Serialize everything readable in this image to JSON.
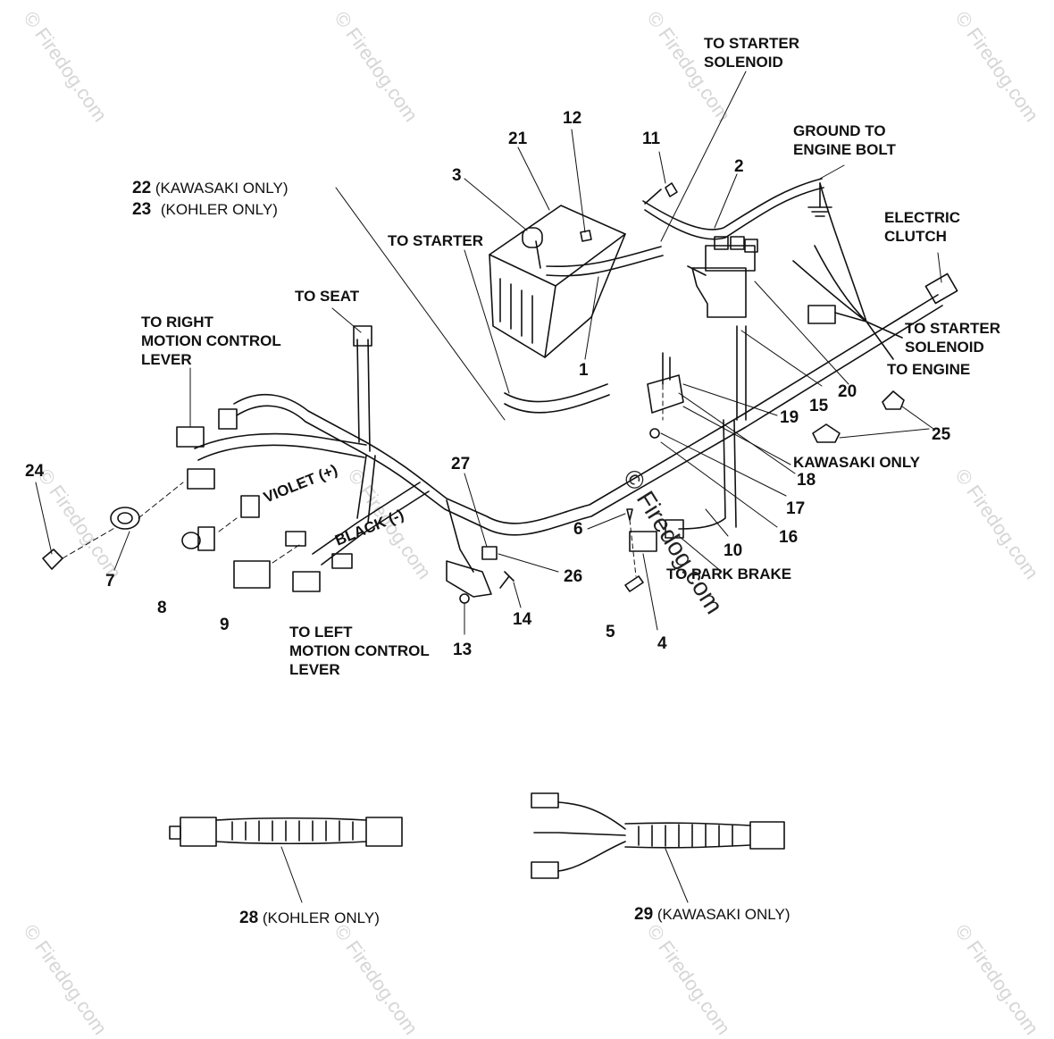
{
  "watermark": "© Firedog.com",
  "callouts": {
    "to_starter_solenoid_top": [
      "TO STARTER",
      "SOLENOID"
    ],
    "ground_to_engine_bolt": [
      "GROUND TO",
      "ENGINE BOLT"
    ],
    "electric_clutch": [
      "ELECTRIC",
      "CLUTCH"
    ],
    "to_starter_solenoid_right": [
      "TO STARTER",
      "SOLENOID"
    ],
    "to_engine": "TO ENGINE",
    "to_starter": "TO STARTER",
    "to_seat": "TO SEAT",
    "to_right_motion_control_lever": [
      "TO RIGHT",
      "MOTION CONTROL",
      "LEVER"
    ],
    "to_left_motion_control_lever": [
      "TO LEFT",
      "MOTION CONTROL",
      "LEVER"
    ],
    "violet_wire": "VIOLET (+)",
    "black_wire": "BLACK (-)",
    "kawasaki_only": "KAWASAKI ONLY",
    "to_park_brake": "TO PARK BRAKE"
  },
  "notes": {
    "item22": "(KAWASAKI ONLY)",
    "item23": "(KOHLER ONLY)",
    "item28": "(KOHLER ONLY)",
    "item29": "(KAWASAKI ONLY)"
  },
  "parts": [
    "1",
    "2",
    "3",
    "4",
    "5",
    "6",
    "7",
    "8",
    "9",
    "10",
    "11",
    "12",
    "13",
    "14",
    "15",
    "16",
    "17",
    "18",
    "19",
    "20",
    "21",
    "22",
    "23",
    "24",
    "25",
    "26",
    "27",
    "28",
    "29"
  ]
}
